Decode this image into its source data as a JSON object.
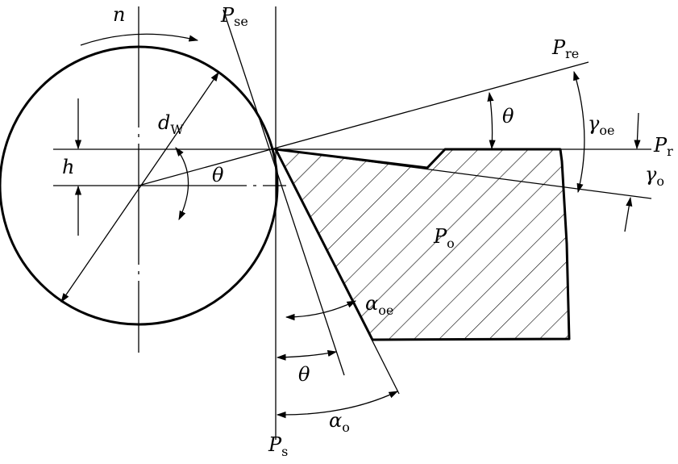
{
  "diagram": {
    "labels": {
      "n": "n",
      "h": "h",
      "dw_main": "d",
      "dw_sub": "W",
      "theta_center": "θ",
      "theta_top": "θ",
      "theta_bottom": "θ",
      "pse_main": "P",
      "pse_sub": "se",
      "pre_main": "P",
      "pre_sub": "re",
      "pr_main": "P",
      "pr_sub": "r",
      "po_main": "P",
      "po_sub": "o",
      "ps_main": "P",
      "ps_sub": "s",
      "gamma_oe_main": "γ",
      "gamma_oe_sub": "oe",
      "gamma_o_main": "γ",
      "gamma_o_sub": "o",
      "alpha_oe_main": "α",
      "alpha_oe_sub": "oe",
      "alpha_o_main": "α",
      "alpha_o_sub": "o"
    }
  }
}
